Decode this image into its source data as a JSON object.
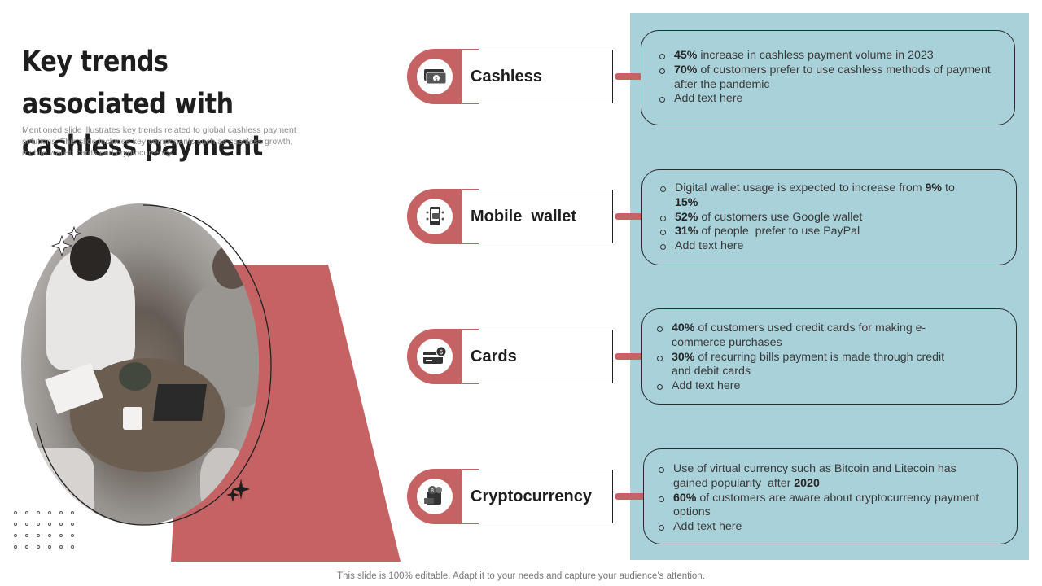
{
  "title": "Key trends associated with cashless payment",
  "subtitle": "Mentioned slide illustrates key trends related to global cashless payment solutions. This slide includes key components such as cashless growth, mobile wallet, cards and cryptocurrency.",
  "footer": "This slide is 100% editable. Adapt it to your needs and capture your audience’s attention.",
  "colors": {
    "accent": "#c46264",
    "panel": "#a9d1da"
  },
  "photo_icon": "meeting-photo",
  "categories": [
    {
      "label": "Cashless",
      "icon": "cash-icon",
      "points": [
        {
          "bold": "45%",
          "text": " increase in cashless payment volume in 2023"
        },
        {
          "bold": "70%",
          "text": " of customers prefer to use cashless methods of payment after the pandemic"
        },
        {
          "bold": "",
          "text": "Add text here"
        }
      ]
    },
    {
      "label": "Mobile  wallet",
      "icon": "mobile-wallet-icon",
      "points": [
        {
          "pre": "Digital wallet usage is expected to increase from ",
          "bold": "9%",
          "mid": " to ",
          "bold2": "15%"
        },
        {
          "bold": "52%",
          "text": " of customers use Google wallet"
        },
        {
          "bold": "31%",
          "text": " of people  prefer to use PayPal"
        },
        {
          "bold": "",
          "text": "Add text here"
        }
      ]
    },
    {
      "label": "Cards",
      "icon": "card-icon",
      "points": [
        {
          "bold": "40%",
          "text": " of customers used credit cards for making e-commerce purchases"
        },
        {
          "bold": "30%",
          "text": " of recurring bills payment is made through credit and debit cards"
        },
        {
          "bold": "",
          "text": "Add text here"
        }
      ]
    },
    {
      "label": "Cryptocurrency",
      "icon": "crypto-wallet-icon",
      "points": [
        {
          "pre": "Use of virtual currency such as Bitcoin and Litecoin has gained popularity  after ",
          "bold": "2020"
        },
        {
          "bold": "60%",
          "text": " of customers are aware about cryptocurrency payment options"
        },
        {
          "bold": "",
          "text": "Add text here"
        }
      ]
    }
  ]
}
